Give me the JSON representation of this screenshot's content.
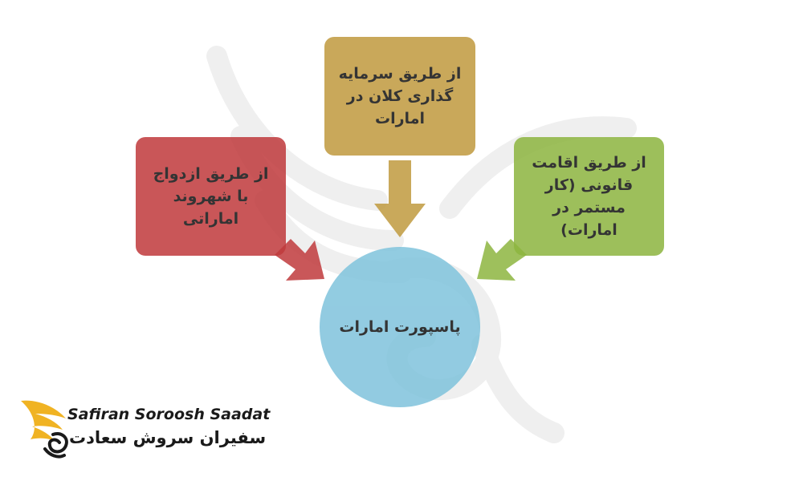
{
  "colors": {
    "top_box": "#c09a3e",
    "left_box": "#c0393c",
    "right_box": "#8db53f",
    "circle": "#7fc3dc",
    "logo_gold": "#f0b323"
  },
  "boxes": {
    "top": "از طریق سرمایه گذاری کلان در امارات",
    "left": "از طریق ازدواج با شهروند اماراتی",
    "right": "از طریق اقامت قانونی (کار مستمر در امارات)"
  },
  "center": "پاسپورت امارات",
  "logo": {
    "english": "Safiran Soroosh Saadat",
    "persian": "سفیران سروش سعادت",
    "icon": "golden-wing-icon"
  },
  "watermark_icon": "wing-watermark-icon"
}
